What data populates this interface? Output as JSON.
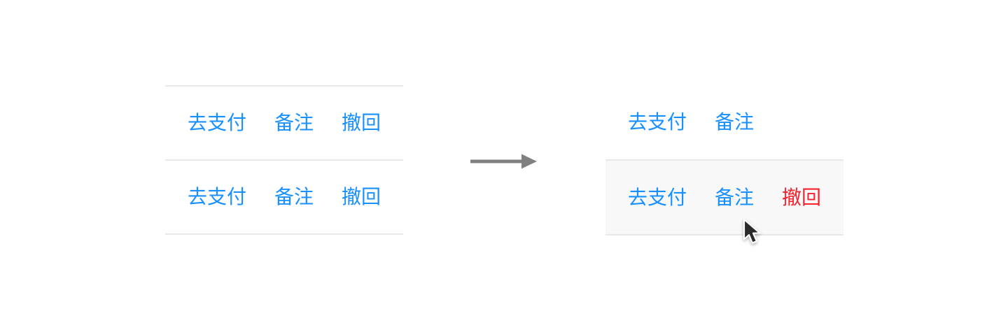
{
  "page": {
    "background": "#ffffff",
    "description_visible_text_only": true
  },
  "colors": {
    "link_blue": "#1890ff",
    "danger_red": "#f5222d",
    "row_border": "#e8e8e8",
    "hover_bg": "#f8f8f8",
    "arrow_gray": "#808080"
  },
  "before_panel": {
    "rows": [
      {
        "actions": [
          {
            "label": "去支付",
            "color": "blue"
          },
          {
            "label": "备注",
            "color": "blue"
          },
          {
            "label": "撤回",
            "color": "blue"
          }
        ]
      },
      {
        "actions": [
          {
            "label": "去支付",
            "color": "blue"
          },
          {
            "label": "备注",
            "color": "blue"
          },
          {
            "label": "撤回",
            "color": "blue"
          }
        ]
      }
    ]
  },
  "transition": {
    "icon": "right-arrow"
  },
  "after_panel": {
    "rows": [
      {
        "hovered": false,
        "actions": [
          {
            "label": "去支付",
            "color": "blue"
          },
          {
            "label": "备注",
            "color": "blue"
          }
        ]
      },
      {
        "hovered": true,
        "cursor_icon": "mouse-pointer-arrow",
        "actions": [
          {
            "label": "去支付",
            "color": "blue"
          },
          {
            "label": "备注",
            "color": "blue"
          },
          {
            "label": "撤回",
            "color": "red"
          }
        ]
      }
    ]
  }
}
